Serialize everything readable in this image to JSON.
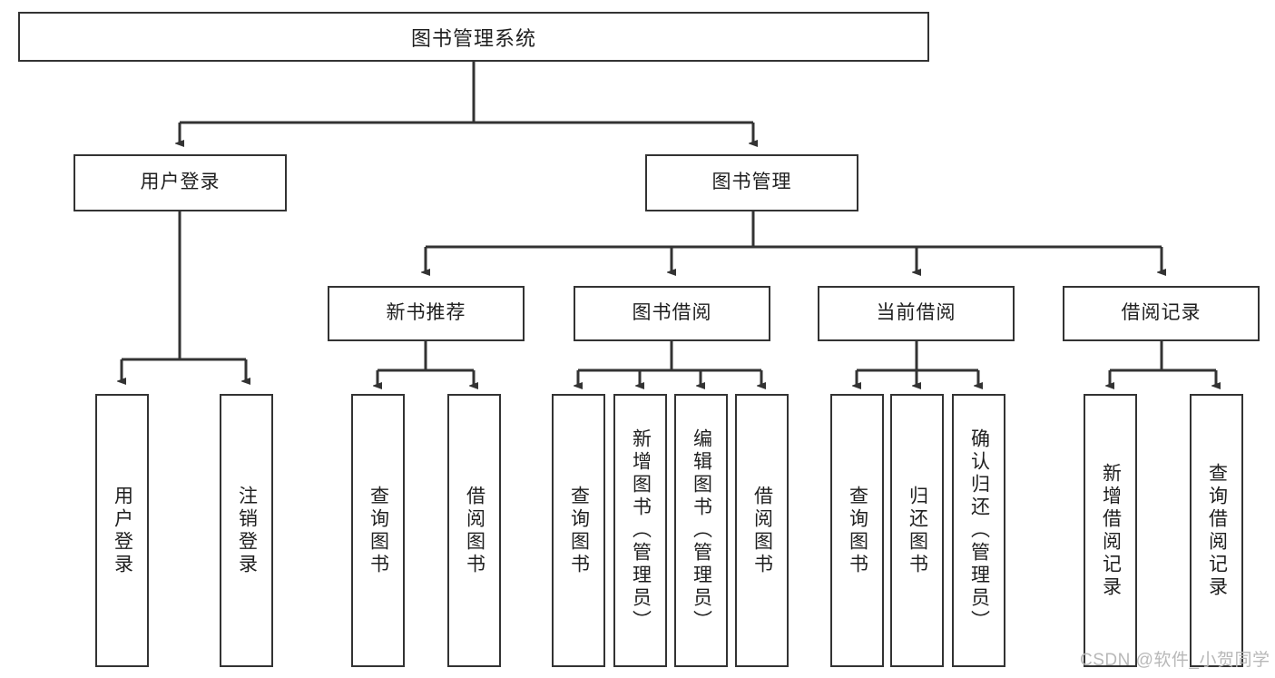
{
  "diagram": {
    "title": "图书管理系统",
    "watermark": "CSDN @软件_小贺同学",
    "levels": {
      "root": {
        "label": "图书管理系统"
      },
      "level2": [
        {
          "label": "用户登录"
        },
        {
          "label": "图书管理"
        }
      ],
      "level3": [
        {
          "label": "新书推荐"
        },
        {
          "label": "图书借阅"
        },
        {
          "label": "当前借阅"
        },
        {
          "label": "借阅记录"
        }
      ],
      "leaves": {
        "user_login": [
          {
            "label": "用户登录"
          },
          {
            "label": "注销登录"
          }
        ],
        "new_book_recommend": [
          {
            "label": "查询图书"
          },
          {
            "label": "借阅图书"
          }
        ],
        "book_borrow": [
          {
            "label": "查询图书"
          },
          {
            "label": "新增图书（管理员）"
          },
          {
            "label": "编辑图书（管理员）"
          },
          {
            "label": "借阅图书"
          }
        ],
        "current_borrow": [
          {
            "label": "查询图书"
          },
          {
            "label": "归还图书"
          },
          {
            "label": "确认归还（管理员）"
          }
        ],
        "borrow_record": [
          {
            "label": "新增借阅记录"
          },
          {
            "label": "查询借阅记录"
          }
        ]
      }
    },
    "colors": {
      "stroke": "#333333",
      "fill": "#ffffff",
      "text": "#1f1f1f",
      "watermark": "#b8b8b8"
    }
  }
}
